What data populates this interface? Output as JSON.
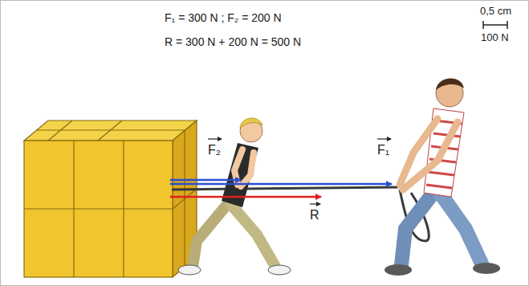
{
  "diagram": {
    "labels": [
      "F₁ = 300 N ; F₂ = 200 N",
      "R = 300 N + 200 N = 500 N",
      "0,5 cm",
      "100 N",
      "F₂",
      "F₁",
      "R"
    ]
  }
}
